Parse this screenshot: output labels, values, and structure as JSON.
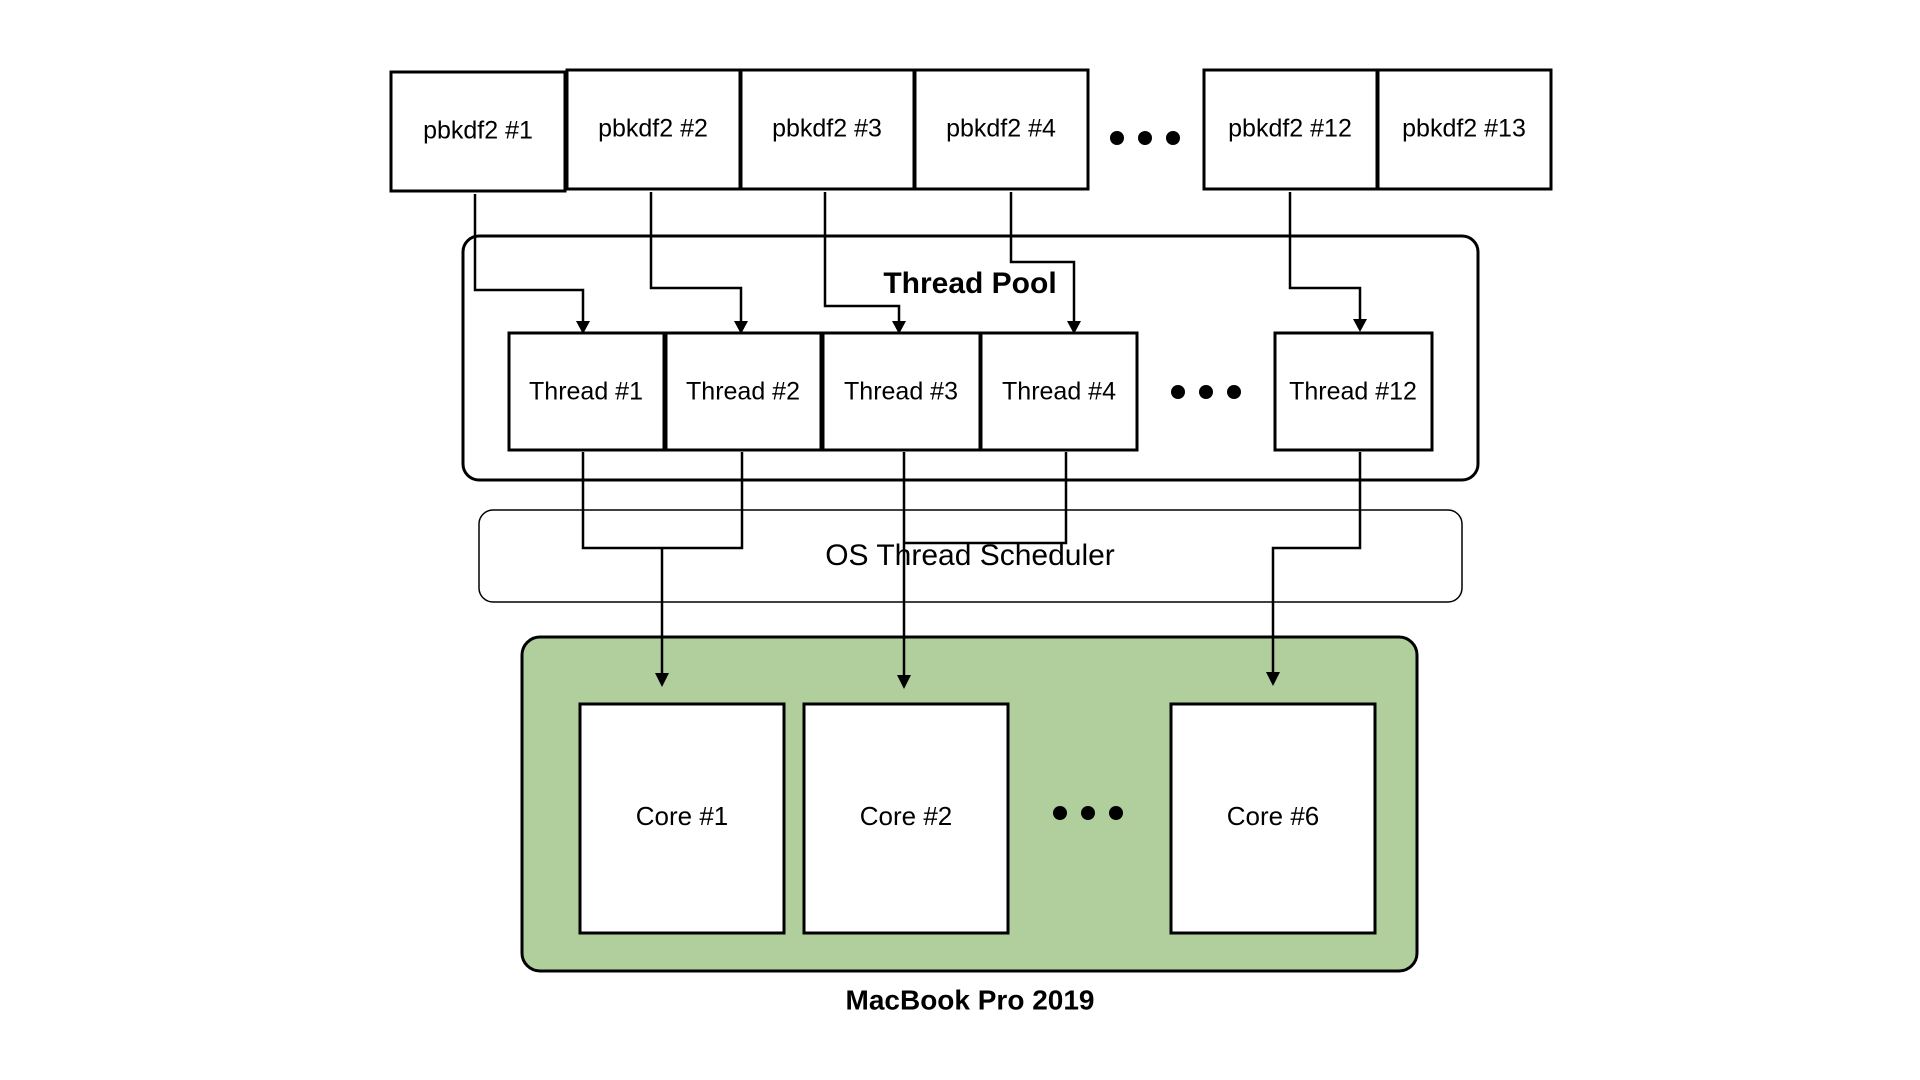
{
  "tasks": [
    {
      "label": "pbkdf2 #1"
    },
    {
      "label": "pbkdf2 #2"
    },
    {
      "label": "pbkdf2 #3"
    },
    {
      "label": "pbkdf2 #4"
    },
    {
      "label": "pbkdf2 #12"
    },
    {
      "label": "pbkdf2 #13"
    }
  ],
  "thread_pool": {
    "title": "Thread Pool",
    "threads": [
      {
        "label": "Thread #1"
      },
      {
        "label": "Thread #2"
      },
      {
        "label": "Thread #3"
      },
      {
        "label": "Thread #4"
      },
      {
        "label": "Thread #12"
      }
    ]
  },
  "scheduler": {
    "label": "OS Thread Scheduler"
  },
  "machine": {
    "label": "MacBook Pro 2019",
    "fill_color": "#b1cf9d",
    "cores": [
      {
        "label": "Core #1"
      },
      {
        "label": "Core #2"
      },
      {
        "label": "Core #6"
      }
    ]
  },
  "ellipsis_icon": "three-dots"
}
